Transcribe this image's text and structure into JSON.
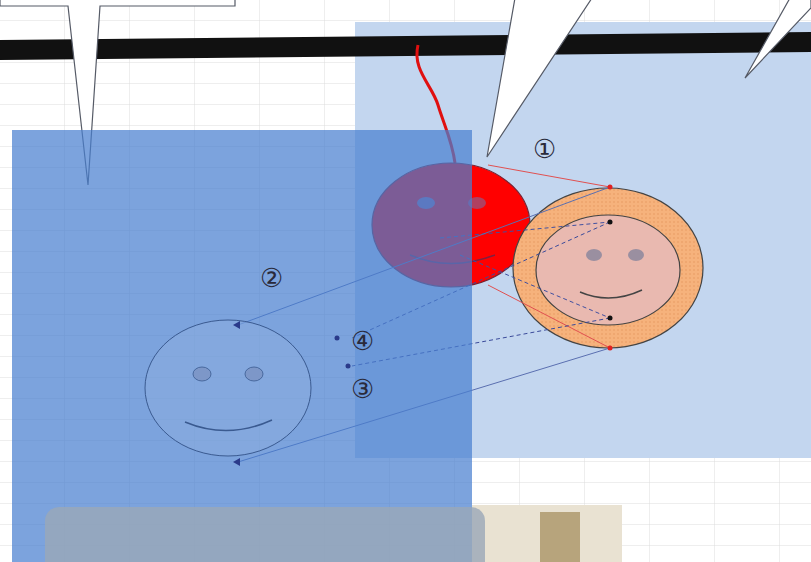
{
  "diagram": {
    "labels": [
      "①",
      "②",
      "④",
      "③"
    ]
  }
}
